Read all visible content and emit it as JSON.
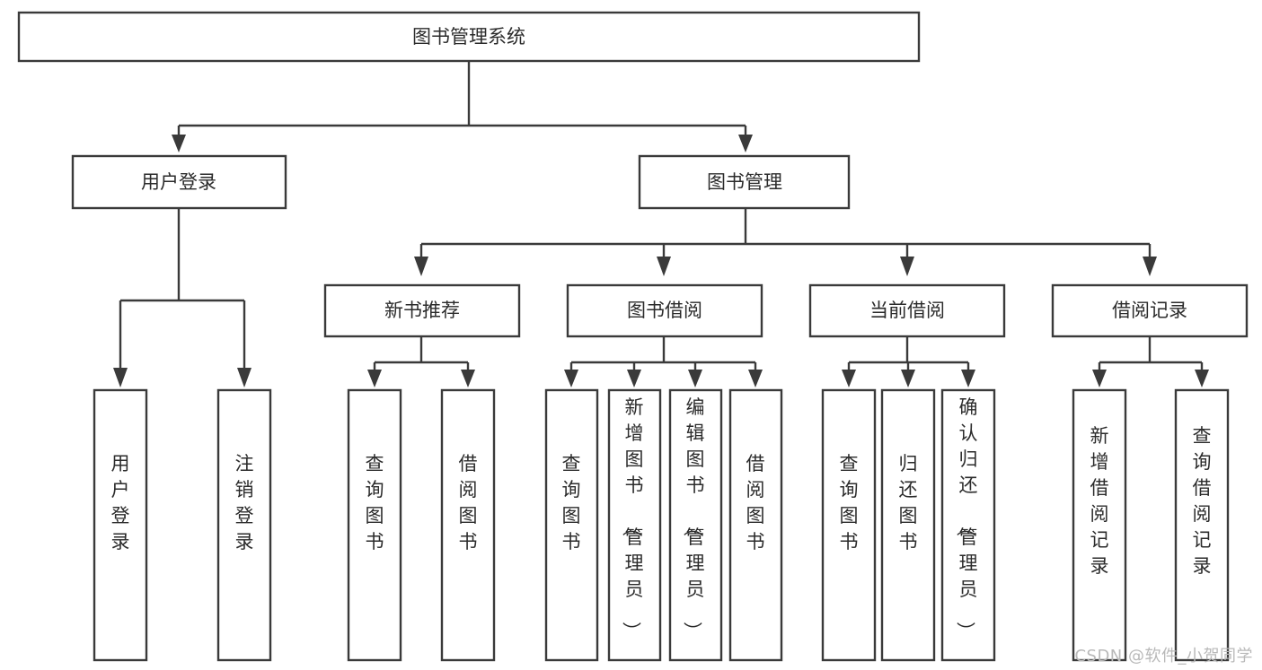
{
  "diagram": {
    "title": "图书管理系统",
    "type": "tree-hierarchy-chart",
    "watermark": "CSDN @软件_小贺同学",
    "colors": {
      "stroke": "#3a3a3a",
      "node_fill": "#ffffff",
      "text": "#2b2b2b",
      "background": "#ffffff",
      "watermark": "#b9b9b9"
    },
    "nodes": {
      "root": {
        "label": "图书管理系统",
        "orientation": "horizontal"
      },
      "level2": [
        {
          "id": "user-login",
          "label": "用户登录",
          "orientation": "horizontal"
        },
        {
          "id": "book-manage",
          "label": "图书管理",
          "orientation": "horizontal"
        }
      ],
      "level3": [
        {
          "id": "new-book-recommend",
          "label": "新书推荐",
          "orientation": "horizontal"
        },
        {
          "id": "book-borrow",
          "label": "图书借阅",
          "orientation": "horizontal"
        },
        {
          "id": "current-borrow",
          "label": "当前借阅",
          "orientation": "horizontal"
        },
        {
          "id": "borrow-record",
          "label": "借阅记录",
          "orientation": "horizontal"
        }
      ],
      "leaves": {
        "user-login": [
          {
            "id": "leaf-user-login",
            "label": "用户登录",
            "orientation": "vertical"
          },
          {
            "id": "leaf-logout-login",
            "label": "注销登录",
            "orientation": "vertical"
          }
        ],
        "new-book-recommend": [
          {
            "id": "leaf-query-book-1",
            "label": "查询图书",
            "orientation": "vertical"
          },
          {
            "id": "leaf-borrow-book-1",
            "label": "借阅图书",
            "orientation": "vertical"
          }
        ],
        "book-borrow": [
          {
            "id": "leaf-query-book-2",
            "label": "查询图书",
            "orientation": "vertical"
          },
          {
            "id": "leaf-add-book",
            "label": "新增图书（管理员）",
            "orientation": "vertical"
          },
          {
            "id": "leaf-edit-book",
            "label": "编辑图书（管理员）",
            "orientation": "vertical"
          },
          {
            "id": "leaf-borrow-book-2",
            "label": "借阅图书",
            "orientation": "vertical"
          }
        ],
        "current-borrow": [
          {
            "id": "leaf-query-book-3",
            "label": "查询图书",
            "orientation": "vertical"
          },
          {
            "id": "leaf-return-book",
            "label": "归还图书",
            "orientation": "vertical"
          },
          {
            "id": "leaf-confirm-return",
            "label": "确认归还（管理员）",
            "orientation": "vertical"
          }
        ],
        "borrow-record": [
          {
            "id": "leaf-add-record",
            "label": "新增借阅记录",
            "orientation": "vertical"
          },
          {
            "id": "leaf-query-record",
            "label": "查询借阅记录",
            "orientation": "vertical"
          }
        ]
      }
    },
    "edges": [
      {
        "from": "图书管理系统",
        "to": "用户登录"
      },
      {
        "from": "图书管理系统",
        "to": "图书管理"
      },
      {
        "from": "图书管理",
        "to": "新书推荐"
      },
      {
        "from": "图书管理",
        "to": "图书借阅"
      },
      {
        "from": "图书管理",
        "to": "当前借阅"
      },
      {
        "from": "图书管理",
        "to": "借阅记录"
      },
      {
        "from": "用户登录",
        "to": "用户登录"
      },
      {
        "from": "用户登录",
        "to": "注销登录"
      },
      {
        "from": "新书推荐",
        "to": "查询图书"
      },
      {
        "from": "新书推荐",
        "to": "借阅图书"
      },
      {
        "from": "图书借阅",
        "to": "查询图书"
      },
      {
        "from": "图书借阅",
        "to": "新增图书（管理员）"
      },
      {
        "from": "图书借阅",
        "to": "编辑图书（管理员）"
      },
      {
        "from": "图书借阅",
        "to": "借阅图书"
      },
      {
        "from": "当前借阅",
        "to": "查询图书"
      },
      {
        "from": "当前借阅",
        "to": "归还图书"
      },
      {
        "from": "当前借阅",
        "to": "确认归还（管理员）"
      },
      {
        "from": "借阅记录",
        "to": "新增借阅记录"
      },
      {
        "from": "借阅记录",
        "to": "查询借阅记录"
      }
    ]
  }
}
